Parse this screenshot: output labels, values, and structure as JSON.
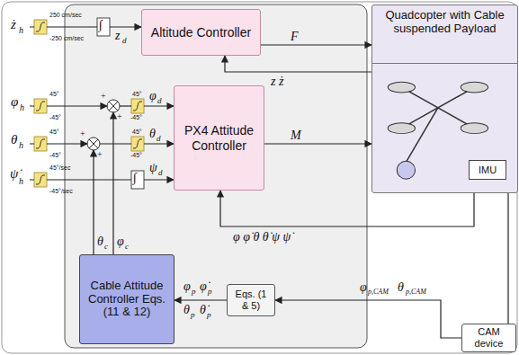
{
  "diagram": {
    "nodes": [
      {
        "text": [
          "Altitude Controller"
        ]
      },
      {
        "text": [
          "PX4 Attitude Controller"
        ]
      },
      {
        "text": [
          "Quadcopter with Cable suspended Payload"
        ]
      },
      {
        "text": [
          "IMU"
        ],
        "in": 2
      },
      {
        "text": [
          "Cable Attitude Controller Eqs. (11 & 12)"
        ]
      },
      {
        "text": [
          "Eqs. (1 & 5)"
        ]
      },
      {
        "text": [
          "CAM device"
        ]
      }
    ],
    "edges": [
      {
        "from": 0,
        "to": 2,
        "arrow": "to",
        "label": "F"
      },
      {
        "from": 1,
        "to": 2,
        "arrow": "to",
        "label": "M"
      },
      {
        "from": 2,
        "to": 0,
        "arrow": "to",
        "label": "z ż"
      },
      {
        "from": 2,
        "to": 1,
        "arrow": "to",
        "label": "φ φ̇ θ θ̇ ψ ψ̇"
      },
      {
        "from": 2,
        "to": 6,
        "arrow": "none"
      },
      {
        "from": 6,
        "to": 5,
        "arrow": "to"
      },
      {
        "from": 5,
        "to": 4,
        "arrow": "to"
      }
    ],
    "labels": [
      "ż",
      "h",
      "250 cm/sec",
      "-250 cm/sec",
      "∫",
      "z",
      "d",
      "φ",
      "h",
      "45°",
      "-45°",
      "θ",
      "h",
      "45°",
      "-45°",
      "ψ̇",
      "h",
      "45°/sec",
      "-45°/sec",
      "+",
      "+",
      "+",
      "+",
      "45°",
      "-45°",
      "φ",
      "d",
      "45°",
      "-45°",
      "θ",
      "d",
      "∫",
      "ψ",
      "d",
      "θ",
      "c",
      "φ",
      "c",
      "φ",
      "p",
      "φ̇",
      "p",
      "θ",
      "p",
      "θ̇",
      "p",
      "φ",
      "p,CAM",
      "θ",
      "p,CAM"
    ]
  }
}
